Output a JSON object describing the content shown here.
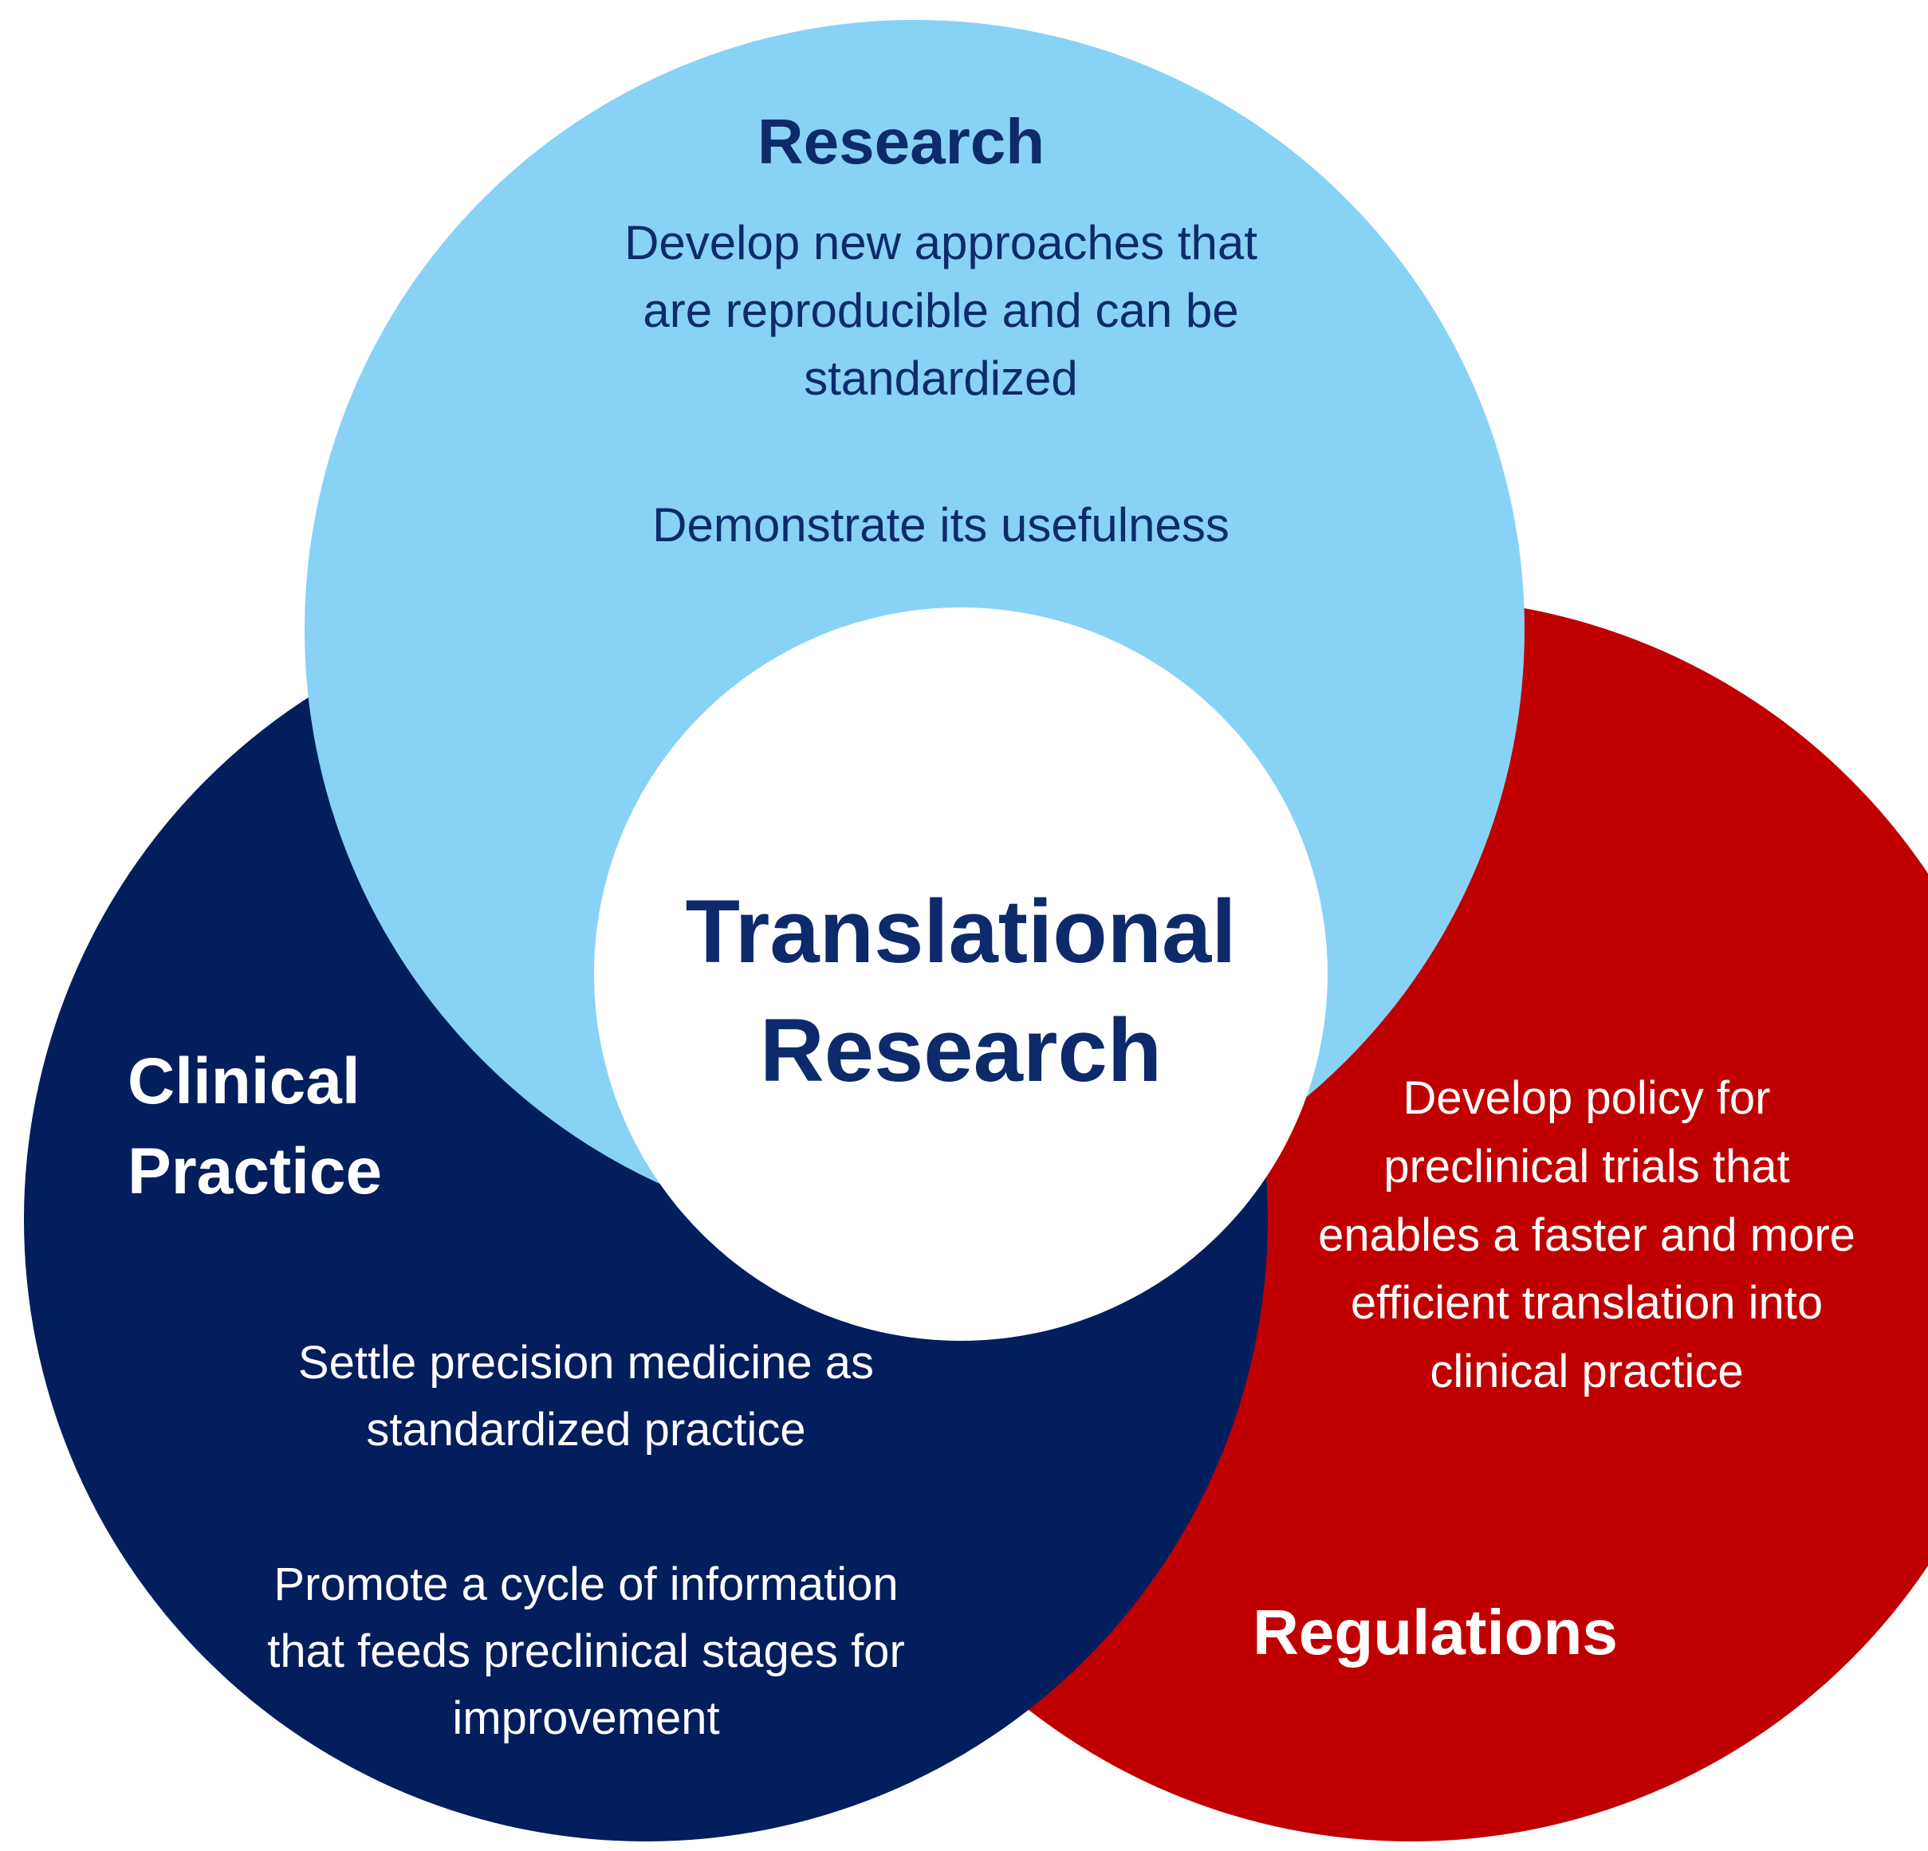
{
  "diagram": {
    "colors": {
      "research": "#88d2f5",
      "clinical_practice": "#031e5c",
      "regulations": "#c00000",
      "center": "#ffffff",
      "dark_text": "#0d2a6b",
      "light_text": "#ffffff"
    },
    "center": {
      "title": "Translational\nResearch"
    },
    "research": {
      "title": "Research",
      "text_1": "Develop new approaches that\nare reproducible and can be\nstandardized",
      "text_2": "Demonstrate its usefulness"
    },
    "clinical_practice": {
      "title": "Clinical\nPractice",
      "text_1": "Settle precision medicine as\nstandardized practice",
      "text_2": "Promote a cycle of information\nthat feeds preclinical stages for\nimprovement"
    },
    "regulations": {
      "title": "Regulations",
      "text_1": "Develop policy for\npreclinical trials that\nenables a faster and more\nefficient translation into\nclinical practice"
    }
  }
}
